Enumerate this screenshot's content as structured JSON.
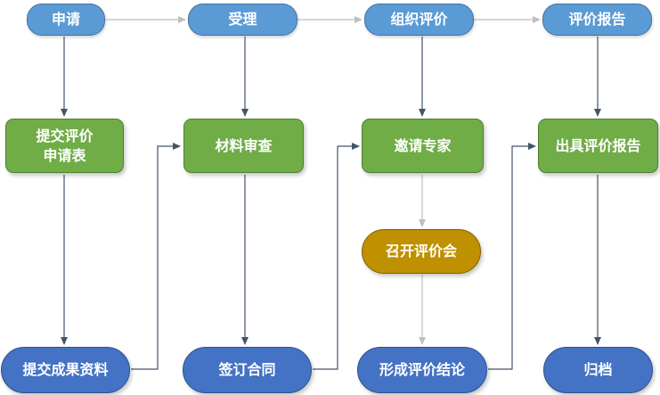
{
  "stages": [
    "申请",
    "受理",
    "组织评价",
    "评价报告"
  ],
  "steps": [
    {
      "id": "s1",
      "label": "提交评价\n申请表"
    },
    {
      "id": "s2",
      "label": "材料审查"
    },
    {
      "id": "s3",
      "label": "邀请专家"
    },
    {
      "id": "s4",
      "label": "召开评价会"
    },
    {
      "id": "s5",
      "label": "出具评价报告"
    }
  ],
  "results": [
    "提交成果资料",
    "签订合同",
    "形成评价结论",
    "归档"
  ],
  "colors": {
    "stage": "#5b9bd5",
    "step": "#70ad47",
    "meeting": "#bf9000",
    "result": "#4472c4",
    "arrow_dark": "#44546a",
    "arrow_light": "#bfbfbf"
  }
}
